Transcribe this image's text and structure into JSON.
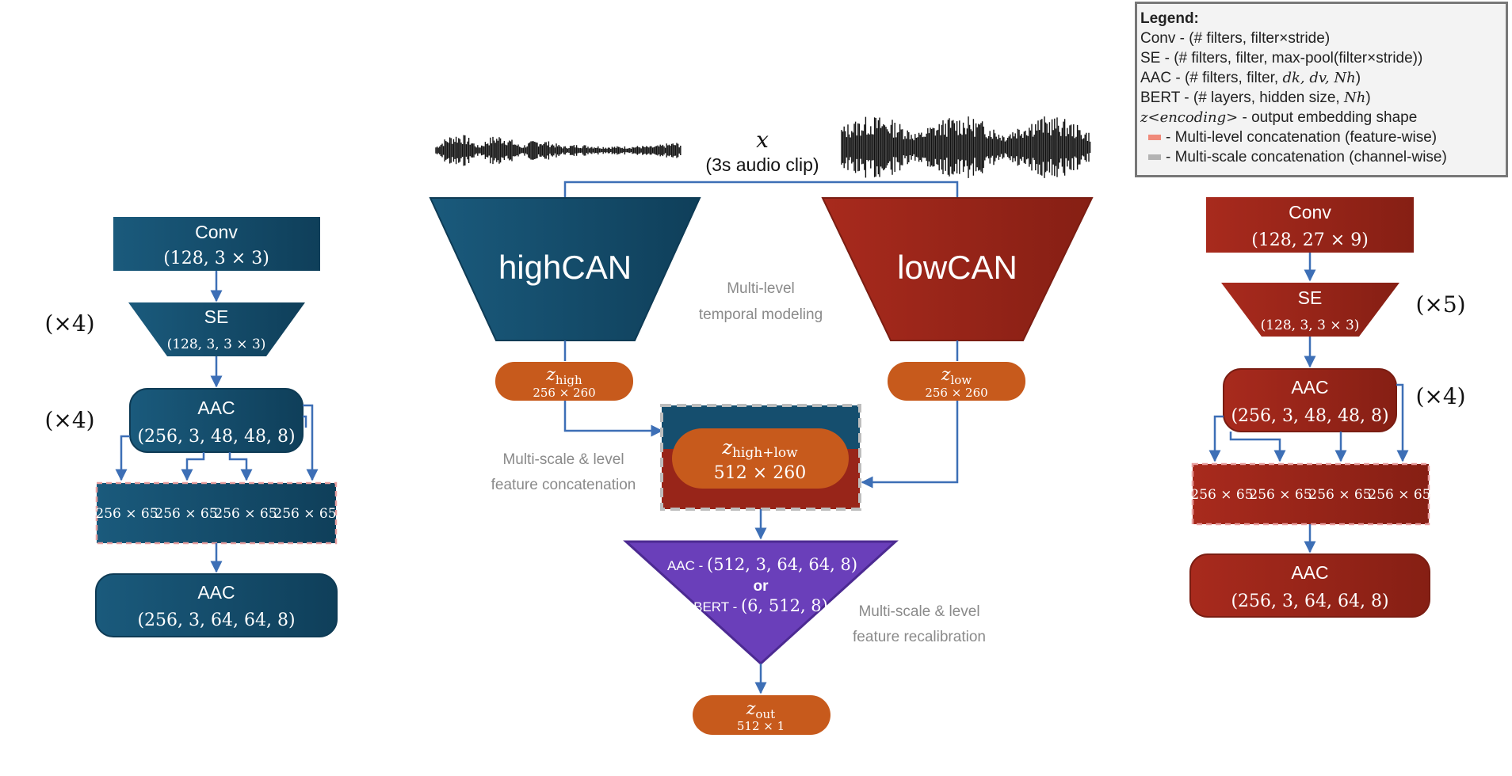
{
  "input": {
    "symbol": "x",
    "caption": "(3s audio clip)"
  },
  "center": {
    "high_encoder": "highCAN",
    "low_encoder": "lowCAN",
    "temporal_note": [
      "Multi-level",
      "temporal modeling"
    ],
    "z_high": {
      "name": "z",
      "sub": "high",
      "shape": "256 × 260"
    },
    "z_low": {
      "name": "z",
      "sub": "low",
      "shape": "256 × 260"
    },
    "z_concat": {
      "name": "z",
      "sub": "high+low",
      "shape": "512 × 260"
    },
    "concat_note": [
      "Multi-scale & level",
      "feature concatenation"
    ],
    "recal_note": [
      "Multi-scale & level",
      "feature recalibration"
    ],
    "recal_block": {
      "aac_label": "AAC - ",
      "aac_params": "(512, 3, 64, 64, 8)",
      "or": "or",
      "bert_label": "BERT - ",
      "bert_params": "(6, 512, 8)"
    },
    "z_out": {
      "name": "z",
      "sub": "out",
      "shape": "512 × 1"
    }
  },
  "left_branch": {
    "conv": {
      "label": "Conv",
      "params": "(128, 3 × 3)"
    },
    "se": {
      "label": "SE",
      "params": "(128, 3, 3 × 3)",
      "repeat": "(×4)"
    },
    "aac": {
      "label": "AAC",
      "params": "(256, 3, 48, 48, 8)",
      "repeat": "(×4)"
    },
    "concat_cells": [
      "256 × 65",
      "256 × 65",
      "256 × 65",
      "256 × 65"
    ],
    "aac_final": {
      "label": "AAC",
      "params": "(256, 3, 64, 64, 8)"
    }
  },
  "right_branch": {
    "conv": {
      "label": "Conv",
      "params": "(128, 27 × 9)"
    },
    "se": {
      "label": "SE",
      "params": "(128, 3, 3 × 3)",
      "repeat": "(×5)"
    },
    "aac": {
      "label": "AAC",
      "params": "(256, 3, 48, 48, 8)",
      "repeat": "(×4)"
    },
    "concat_cells": [
      "256 × 65",
      "256 × 65",
      "256 × 65",
      "256 × 65"
    ],
    "aac_final": {
      "label": "AAC",
      "params": "(256, 3, 64, 64, 8)"
    }
  },
  "legend": {
    "title": "Legend:",
    "conv": "Conv - (# filters, filter×stride)",
    "se": "SE - (# filters, filter, max-pool(filter×stride))",
    "aac_prefix": "AAC - (# filters, filter, ",
    "aac_math": "dk, dv, Nh",
    "aac_suffix": ")",
    "bert_prefix": "BERT - (# layers, hidden size, ",
    "bert_math": "Nh",
    "bert_suffix": ")",
    "z_symbol": "z<encoding>",
    "z_text": " - output embedding shape",
    "multilevel": "- Multi-level concatenation (feature-wise)",
    "multiscale": "- Multi-scale concatenation (channel-wise)",
    "multilevel_color": "#f08a7a",
    "multiscale_color": "#b3b3b3"
  },
  "colors": {
    "high": "#154e6e",
    "low": "#982519",
    "orange": "#c75a1c",
    "purple": "#6a3fba",
    "arrow": "#3d6fb6",
    "note": "#8a8a8a"
  }
}
